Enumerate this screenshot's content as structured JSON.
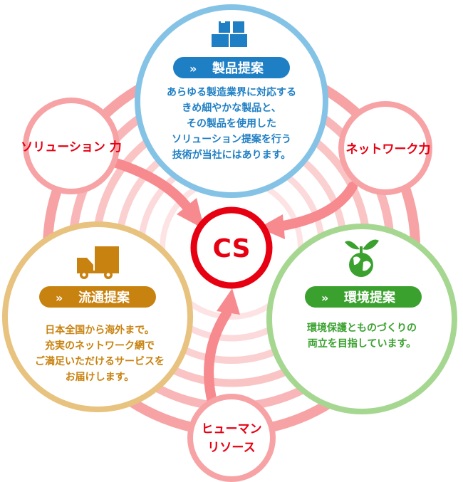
{
  "center": {
    "label": "CS",
    "color": "#e60012"
  },
  "colors": {
    "ring": "#f7a3a5",
    "ring_light": "#fbd0d1",
    "arrow": "#f78a8e",
    "red_text": "#e60012",
    "product": "#85c3e6",
    "product_dark": "#1f7fc4",
    "logistics": "#e8c27f",
    "logistics_dark": "#c8820f",
    "environment": "#a6d791",
    "environment_dark": "#3aa12e"
  },
  "nodes": {
    "solution": {
      "label": "ソリューション 力",
      "icon": "none"
    },
    "network": {
      "label": "ネットワーク力",
      "icon": "none"
    },
    "human": {
      "label_line1": "ヒューマン",
      "label_line2": "リソース",
      "icon": "none"
    }
  },
  "product": {
    "icon": "boxes-icon",
    "badge": "製品提案",
    "lines": [
      "あらゆる製造業界に対応する",
      "きめ細やかな製品と、",
      "その製品を使用した",
      "ソリューション提案を行う",
      "技術が当社にはあります。"
    ]
  },
  "logistics": {
    "icon": "truck-icon",
    "badge": "流通提案",
    "lines": [
      "日本全国から海外まで。",
      "充実のネットワーク網で",
      "ご満足いただけるサービスを",
      "お届けします。"
    ]
  },
  "environment": {
    "icon": "globe-sprout-icon",
    "badge": "環境提案",
    "lines": [
      "環境保護とものづくりの",
      "両立を目指しています。"
    ]
  }
}
